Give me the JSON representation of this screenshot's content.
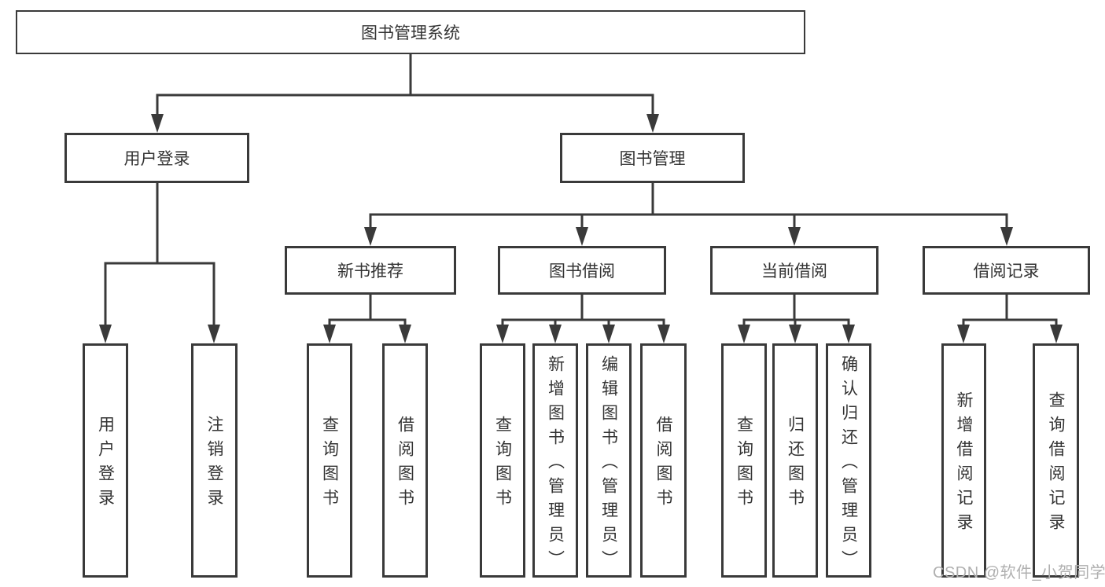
{
  "colors": {
    "line": "#3a3a3a",
    "box_border": "#3a3a3a",
    "text": "#333333",
    "background": "#ffffff",
    "watermark": "#b0b0b0"
  },
  "watermark": {
    "text": "CSDN @软件_小贺同学"
  },
  "tree": {
    "root": {
      "label": "图书管理系统"
    },
    "children": [
      {
        "label": "用户登录",
        "children": [
          {
            "label": "用户登录"
          },
          {
            "label": "注销登录"
          }
        ]
      },
      {
        "label": "图书管理",
        "children": [
          {
            "label": "新书推荐",
            "children": [
              {
                "label": "查询图书"
              },
              {
                "label": "借阅图书"
              }
            ]
          },
          {
            "label": "图书借阅",
            "children": [
              {
                "label": "查询图书"
              },
              {
                "label": "新增图书（管理员）"
              },
              {
                "label": "编辑图书（管理员）"
              },
              {
                "label": "借阅图书"
              }
            ]
          },
          {
            "label": "当前借阅",
            "children": [
              {
                "label": "查询图书"
              },
              {
                "label": "归还图书"
              },
              {
                "label": "确认归还（管理员）"
              }
            ]
          },
          {
            "label": "借阅记录",
            "children": [
              {
                "label": "新增借阅记录"
              },
              {
                "label": "查询借阅记录"
              }
            ]
          }
        ]
      }
    ]
  }
}
